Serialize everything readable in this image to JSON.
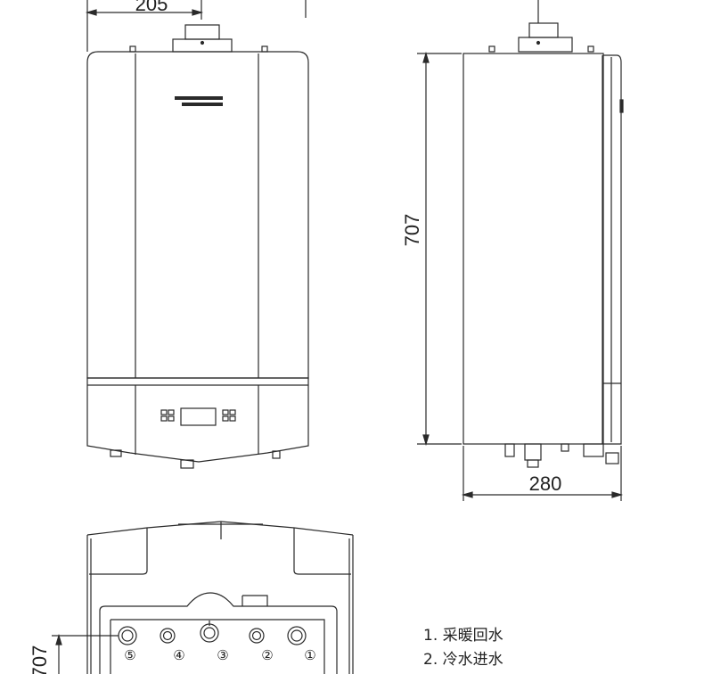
{
  "dimensions": {
    "width_front": "205",
    "height": "707",
    "depth": "280",
    "bottom_partial": "707"
  },
  "ports": [
    "⑤",
    "④",
    "③",
    "②",
    "①"
  ],
  "legend": [
    {
      "text": "1. 采暖回水"
    },
    {
      "text": "2. 冷水进水"
    }
  ],
  "colors": {
    "line": "#2a2a2a",
    "background": "#ffffff"
  }
}
